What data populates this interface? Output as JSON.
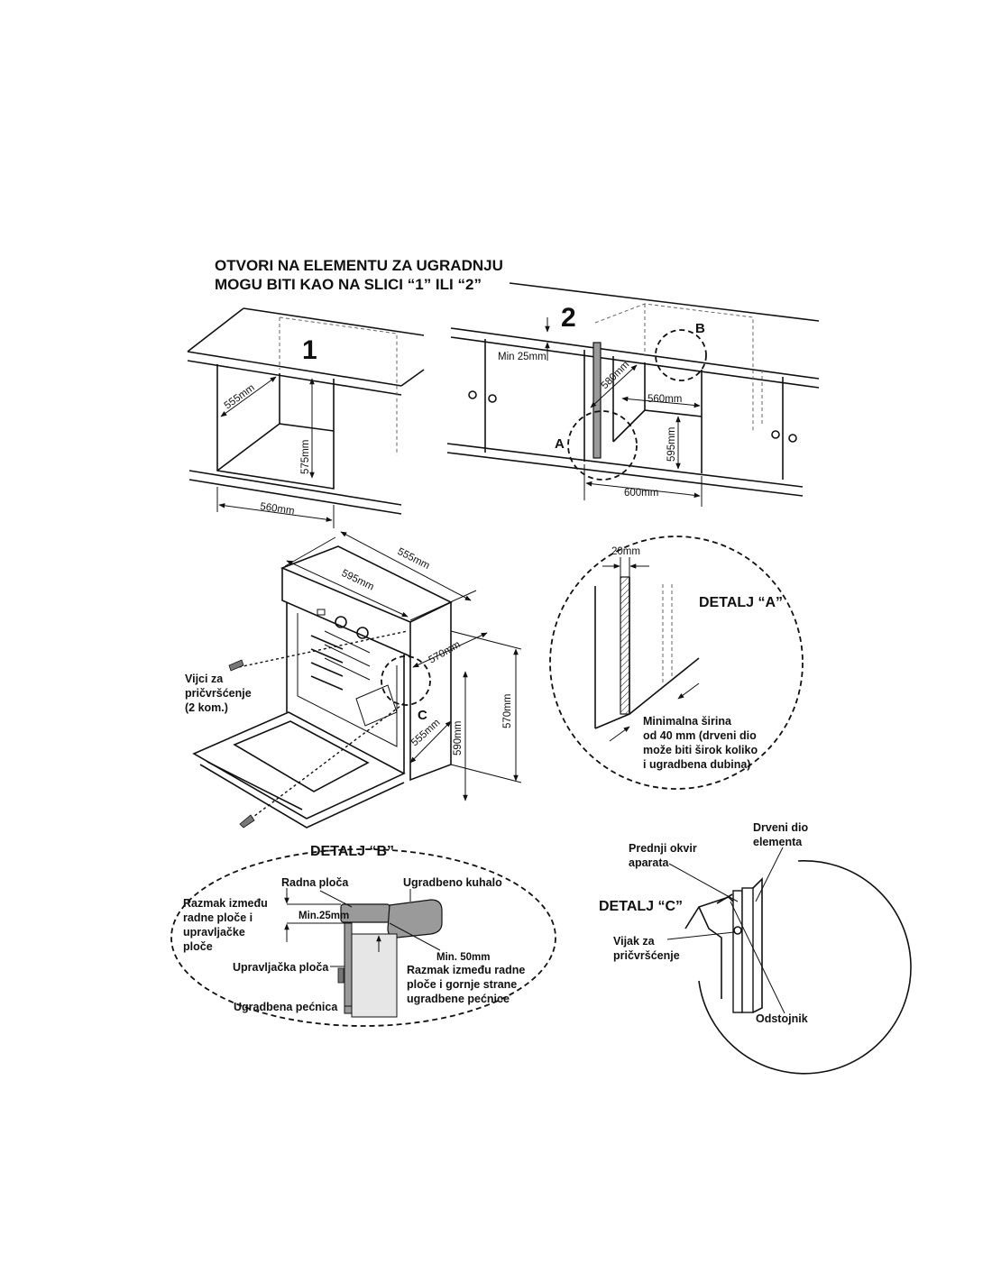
{
  "title_line1": "OTVORI NA ELEMENTU ZA UGRADNJU",
  "title_line2": "MOGU BITI KAO NA SLICI “1” ILI “2”",
  "fig1": {
    "number": "1",
    "depth": "555mm",
    "height": "575mm",
    "width": "560mm"
  },
  "fig2": {
    "number": "2",
    "min_gap": "Min 25mm",
    "depth": "580mm",
    "inner_width": "560mm",
    "height": "595mm",
    "width": "600mm",
    "marker_a": "A",
    "marker_b": "B"
  },
  "oven": {
    "depth_top": "555mm",
    "width_front": "595mm",
    "side_depth": "570mm",
    "height_right": "570mm",
    "height_front": "590mm",
    "bottom_depth": "555mm",
    "marker_c": "C",
    "screws_l1": "Vijci za",
    "screws_l2": "pričvršćenje",
    "screws_l3": "(2 kom.)"
  },
  "detail_a": {
    "title": "DETALJ “A”",
    "thickness": "20mm",
    "note_l1": "Minimalna širina",
    "note_l2": "od 40 mm (drveni dio",
    "note_l3": "može biti širok koliko",
    "note_l4": "i ugradbena dubina)"
  },
  "detail_b": {
    "title": "DETALJ “B”",
    "worktop": "Radna ploča",
    "hob": "Ugradbeno kuhalo",
    "gap_l1": "Razmak između",
    "gap_l2": "radne ploče i",
    "gap_l3": "upravljačke",
    "gap_l4": "ploče",
    "min25": "Min.25mm",
    "min50": "Min. 50mm",
    "control_panel": "Upravljačka ploča",
    "gap2_l1": "Razmak između radne",
    "gap2_l2": "ploče i gornje strane",
    "gap2_l3": "ugradbene pećnice",
    "oven": "Ugradbena pećnica"
  },
  "detail_c": {
    "title": "DETALJ “C”",
    "wood_l1": "Drveni dio",
    "wood_l2": "elementa",
    "frame_l1": "Prednji okvir",
    "frame_l2": "aparata",
    "screw_l1": "Vijak za",
    "screw_l2": "pričvršćenje",
    "spacer": "Odstojnik"
  },
  "colors": {
    "ink": "#111111",
    "grey_fill": "#9a9a9a",
    "light_fill": "#e6e6e6"
  }
}
